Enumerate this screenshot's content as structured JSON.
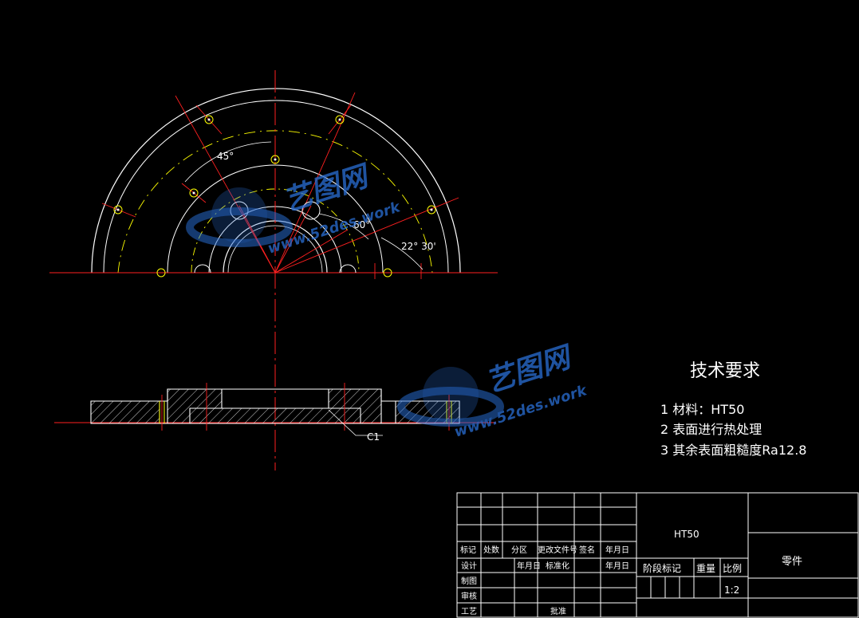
{
  "drawing": {
    "dimensions": {
      "angle_45": "45°",
      "angle_60": "60°",
      "angle_22_30": "22° 30'",
      "chamfer": "C1"
    },
    "notes": {
      "title": "技术要求",
      "items": [
        "1 材料：HT50",
        "2 表面进行热处理",
        "3 其余表面粗糙度Ra12.8"
      ]
    },
    "watermark": {
      "brand": "艺图网",
      "url": "www.52des.work"
    },
    "title_block": {
      "material": "HT50",
      "part_name": "零件",
      "scale": "1:2",
      "headers": {
        "mark": "标记",
        "count": "处数",
        "zone": "分区",
        "doc_no": "更改文件号",
        "sign": "签名",
        "date": "年月日",
        "design": "设计",
        "date2": "年月日",
        "standard": "标准化",
        "date3": "年月日",
        "drawing": "制图",
        "review": "审核",
        "process": "工艺",
        "approve": "批准",
        "stage": "阶段标记",
        "weight": "重量",
        "ratio": "比例"
      }
    },
    "colors": {
      "background": "#000000",
      "outline": "#ffffff",
      "centerline": "#ff2020",
      "hidden": "#ffff00",
      "hole": "#ffff00",
      "watermark_blue": "#2a6fd6"
    }
  }
}
